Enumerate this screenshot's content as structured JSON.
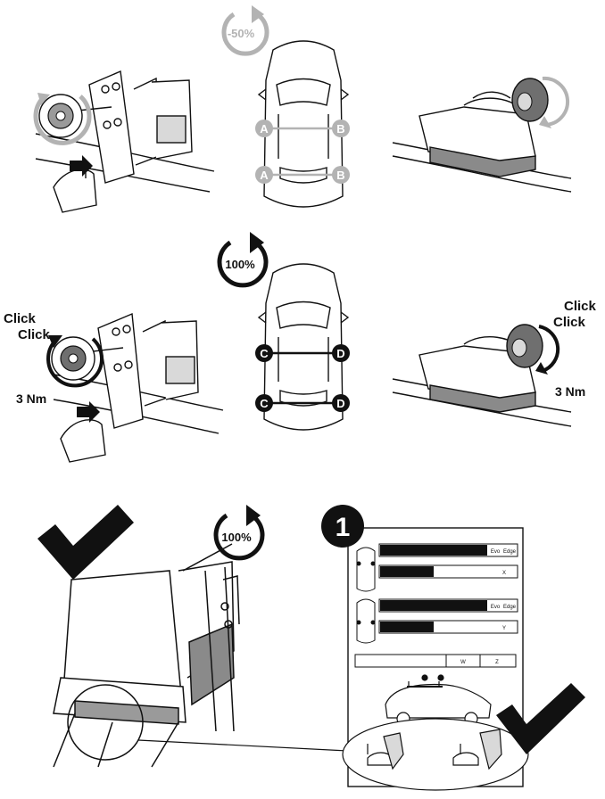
{
  "step1": {
    "rotation_badge": "-50%",
    "car_labels": {
      "front_left": "A",
      "front_right": "B",
      "rear_left": "A",
      "rear_right": "B"
    }
  },
  "step2": {
    "rotation_badge": "100%",
    "click_text": "Click",
    "torque_left": "3 Nm",
    "torque_right": "3 Nm",
    "car_labels": {
      "front_left": "C",
      "front_right": "D",
      "rear_left": "C",
      "rear_right": "D"
    }
  },
  "step3": {
    "rotation_badge": "100%",
    "fit_sheet": {
      "step_number": "1",
      "rows": [
        {
          "col_a": "Evo",
          "col_b": "Edge",
          "col_c": "X"
        },
        {
          "col_a": "Evo",
          "col_b": "Edge",
          "col_c": "Y"
        }
      ],
      "bottom_headers": [
        "W",
        "Z"
      ]
    }
  },
  "colors": {
    "ink": "#111111",
    "muted_gray": "#b3b3b3",
    "mid_gray": "#8a8a8a",
    "light_gray": "#d9d9d9"
  },
  "icons": [
    "rotate-arrow-icon",
    "checkmark-icon",
    "arrow-right-icon",
    "number-badge-icon"
  ]
}
